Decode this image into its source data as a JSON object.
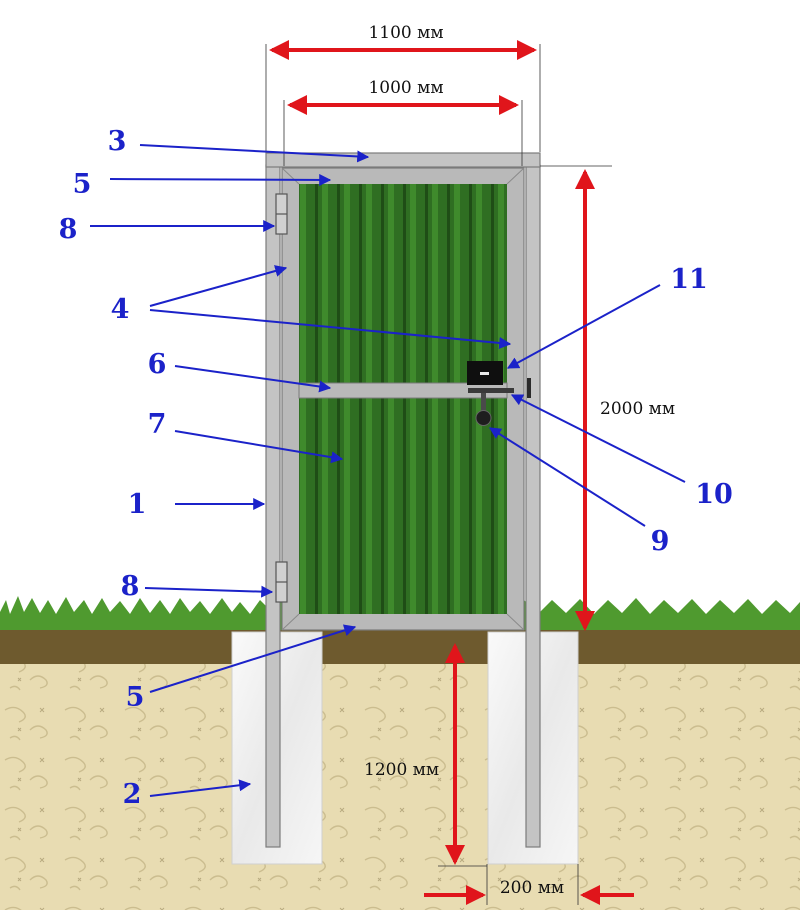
{
  "dimensions": {
    "outer_width": "1100 мм",
    "inner_width": "1000 мм",
    "height": "2000 мм",
    "depth": "1200 мм",
    "footing_width": "200 мм"
  },
  "callouts": [
    "3",
    "5",
    "8",
    "4",
    "6",
    "7",
    "1",
    "8",
    "5",
    "2",
    "11",
    "10",
    "9"
  ],
  "colors": {
    "callout": "#1b22c9",
    "dimension_arrow": "#e0151b",
    "panel": "#2f6e22",
    "frame": "#b9b9b9",
    "soil": "#e8dcb2",
    "concrete": "#f3f3f3",
    "grass": "#4f9a2f"
  },
  "icons": [
    "lock-box-icon",
    "latch-bar-icon",
    "handle-knob-icon",
    "hinge-icon"
  ]
}
